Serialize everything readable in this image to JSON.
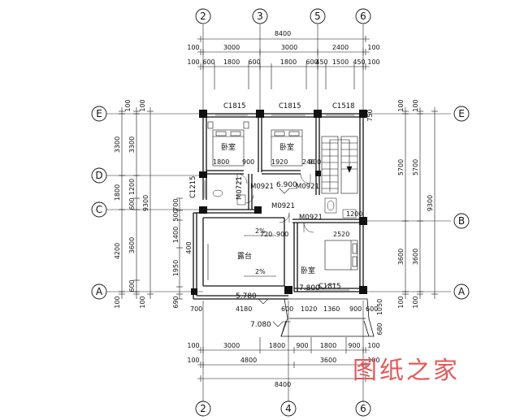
{
  "axes_top": [
    "2",
    "3",
    "5",
    "6"
  ],
  "axes_bottom": [
    "2",
    "4",
    "6"
  ],
  "axes_left": [
    "E",
    "D",
    "C",
    "A"
  ],
  "axes_right": [
    "E",
    "B",
    "A"
  ],
  "dims_top": {
    "total": "8400",
    "row2": [
      "100",
      "3000",
      "3000",
      "2400",
      "100"
    ],
    "row3": [
      "100",
      "600",
      "1800",
      "600",
      "1800",
      "600",
      "450",
      "1500",
      "450",
      "100"
    ]
  },
  "dims_bottom": {
    "row1": [
      "100",
      "3000",
      "1800",
      "900",
      "1800",
      "900",
      "100"
    ],
    "row2": [
      "100",
      "4800",
      "3600",
      "100"
    ],
    "total": "8400"
  },
  "dims_left": {
    "outer": [
      "100",
      "3300",
      "1800",
      "4200",
      "100"
    ],
    "mid": [
      "100",
      "3300",
      "1200",
      "600",
      "3600",
      "600",
      "100"
    ],
    "total": "9300",
    "inner": [
      "700",
      "500",
      "1400",
      "1950",
      "400",
      "690"
    ]
  },
  "dims_right": {
    "outer": [
      "100",
      "5700",
      "3600",
      "100"
    ],
    "mid": [
      "100",
      "5700",
      "3600",
      "100"
    ],
    "total": "9300",
    "small": [
      "750",
      "1050",
      "680"
    ]
  },
  "windows": [
    "C1815",
    "C1815",
    "C1518",
    "C1215",
    "C1815"
  ],
  "doors": [
    "M0921",
    "M0721",
    "M0921",
    "M0921",
    "M0921"
  ],
  "rooms": {
    "bedroom": "卧室",
    "terrace": "露台"
  },
  "interior_dims": [
    "1800",
    "1920",
    "900",
    "240",
    "720",
    "900",
    "2520",
    "1200",
    "4180",
    "1020",
    "1360",
    "600",
    "700",
    "600",
    "900",
    "900"
  ],
  "elevations": [
    "6.900",
    "5.780",
    "7.800",
    "7.080"
  ],
  "slopes": [
    "2%",
    "2%"
  ],
  "watermark": "图纸之家"
}
